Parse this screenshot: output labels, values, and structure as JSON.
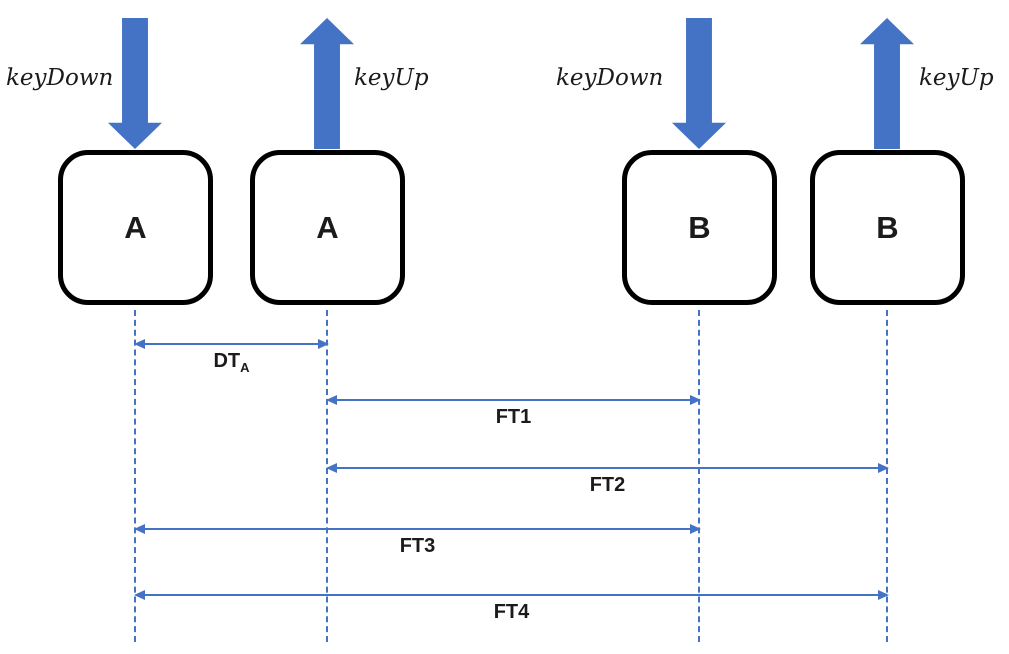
{
  "colors": {
    "accent": "#4472C4",
    "line": "#4472C4",
    "ink": "#1b1b1b",
    "box-border": "#000000"
  },
  "events": [
    {
      "label": "keyDown",
      "action": "press",
      "key": "A"
    },
    {
      "label": "keyUp",
      "action": "release",
      "key": "A"
    },
    {
      "label": "keyDown",
      "action": "press",
      "key": "B"
    },
    {
      "label": "keyUp",
      "action": "release",
      "key": "B"
    }
  ],
  "keys": [
    {
      "label": "A"
    },
    {
      "label": "A"
    },
    {
      "label": "B"
    },
    {
      "label": "B"
    }
  ],
  "measurements": [
    {
      "label": "DT",
      "sub": "A",
      "from": "A keyDown",
      "to": "A keyUp"
    },
    {
      "label": "FT1",
      "from": "A keyUp",
      "to": "B keyDown"
    },
    {
      "label": "FT2",
      "from": "A keyUp",
      "to": "B keyUp"
    },
    {
      "label": "FT3",
      "from": "A keyDown",
      "to": "B keyDown"
    },
    {
      "label": "FT4",
      "from": "A keyDown",
      "to": "B keyUp"
    }
  ]
}
